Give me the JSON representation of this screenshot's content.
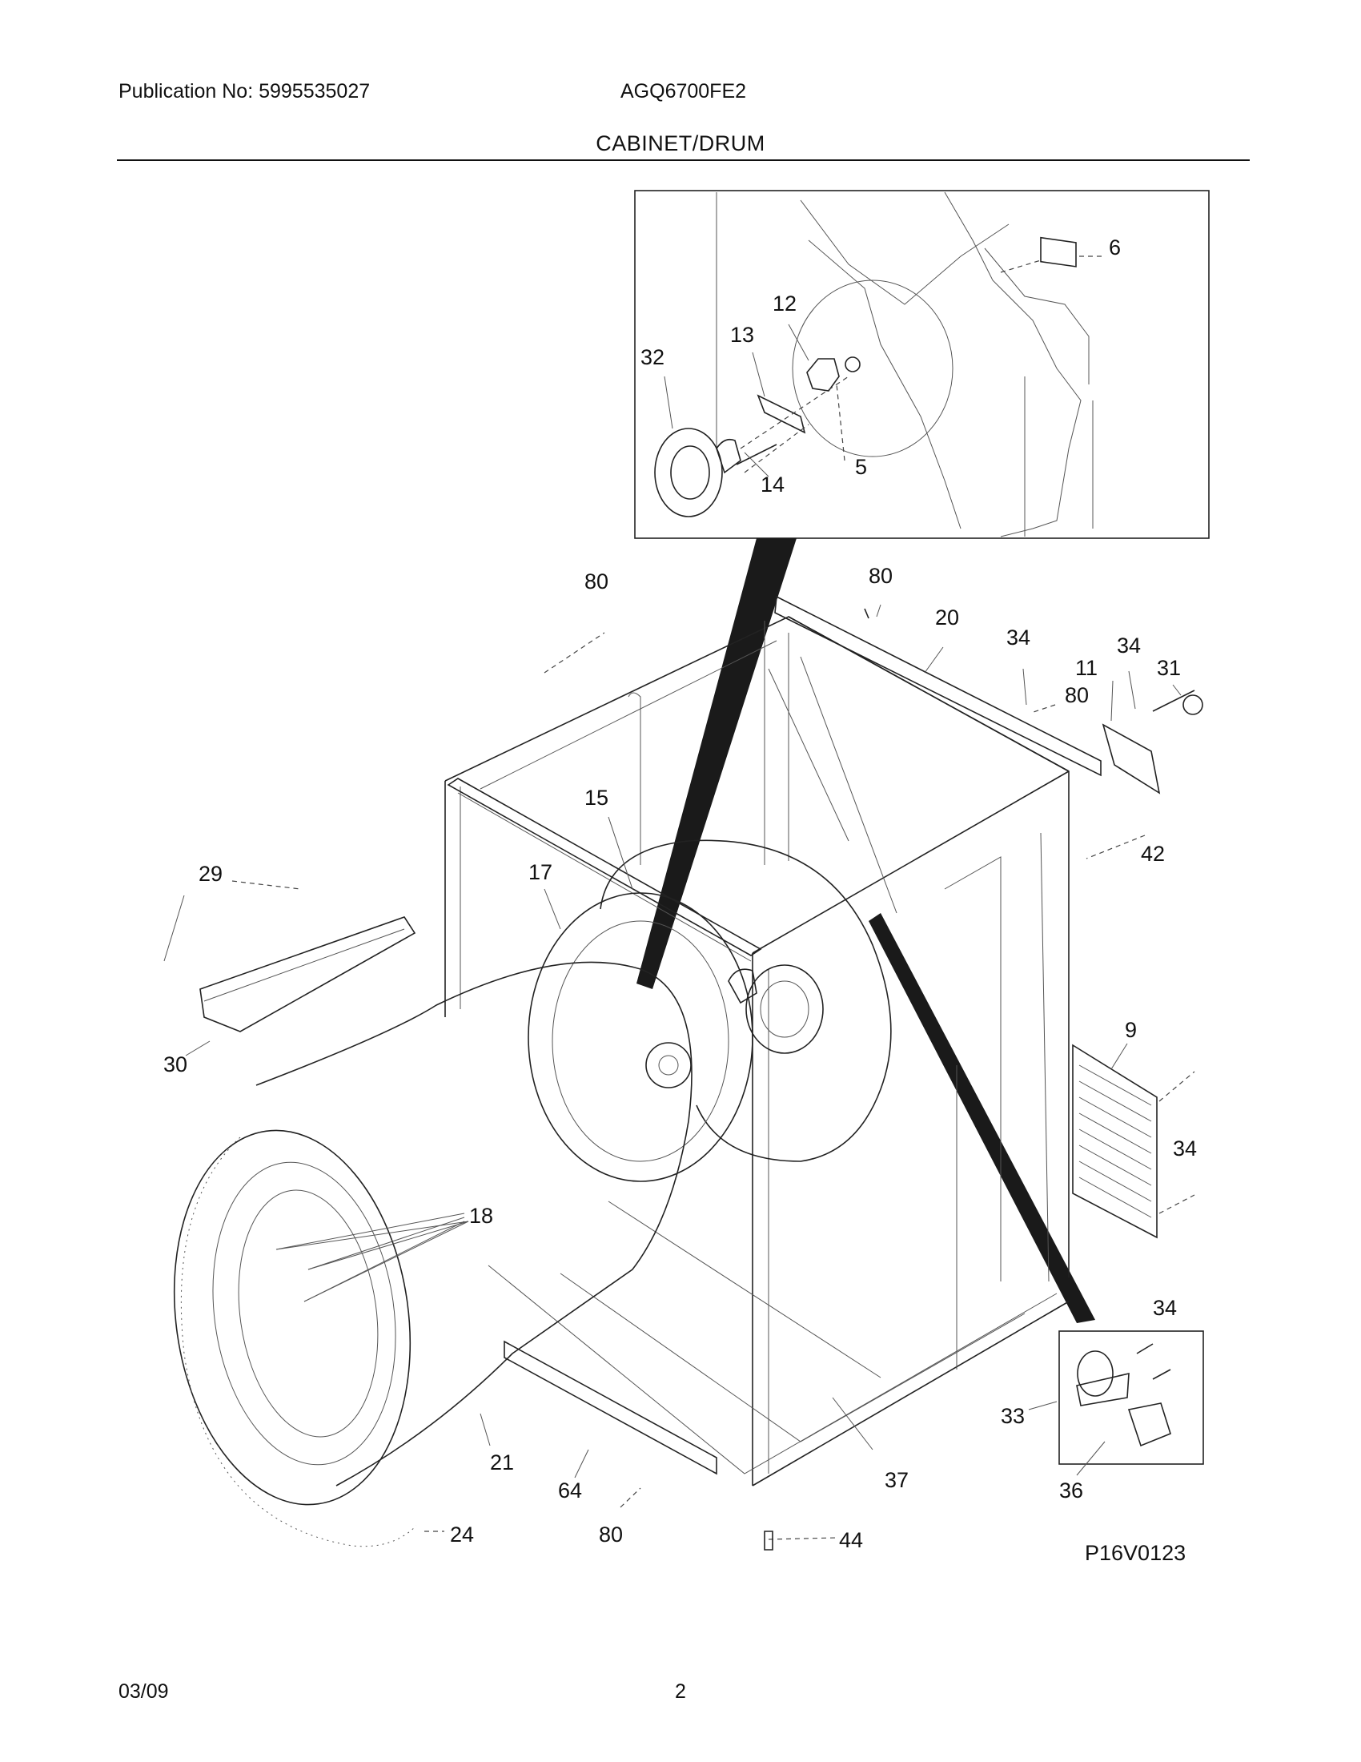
{
  "header": {
    "publication": "Publication No: 5995535027",
    "model": "AGQ6700FE2",
    "section_title": "CABINET/DRUM"
  },
  "diagram": {
    "reference_code": "P16V0123",
    "inset_labels": [
      "6",
      "12",
      "13",
      "32",
      "14",
      "5"
    ],
    "labels": [
      "80",
      "80",
      "20",
      "34",
      "34",
      "31",
      "11",
      "80",
      "15",
      "42",
      "29",
      "17",
      "30",
      "9",
      "34",
      "18",
      "34",
      "33",
      "21",
      "64",
      "37",
      "36",
      "24",
      "80",
      "44"
    ]
  },
  "footer": {
    "date": "03/09",
    "page": "2"
  }
}
